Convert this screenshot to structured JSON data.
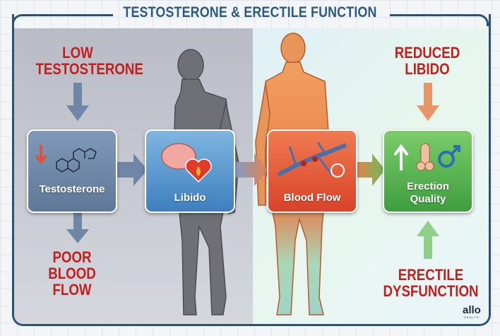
{
  "title": "TESTOSTERONE & ERECTILE FUNCTION",
  "labels": {
    "low_testosterone": "LOW TESTOSTERONE",
    "poor_blood_flow": "POOR BLOOD FLOW",
    "reduced_libido": "REDUCED LIBIDO",
    "erectile_dysfunction": "ERECTILE DYSFUNCTION"
  },
  "boxes": [
    {
      "label": "Testosterone",
      "color": "#6f86a6",
      "icon": "testosterone-molecule-icon"
    },
    {
      "label": "Libido",
      "color": "#4f8fc9",
      "icon": "brain-heart-icon"
    },
    {
      "label": "Blood Flow",
      "color": "#e0583a",
      "icon": "blood-vessel-icon"
    },
    {
      "label": "Erection Quality",
      "color": "#4fae4a",
      "icon": "male-symbol-icon"
    }
  ],
  "logo": {
    "name": "allo",
    "sub": "HEALTH"
  },
  "colors": {
    "accent": "#2c5b82",
    "warning": "#c0201e"
  }
}
